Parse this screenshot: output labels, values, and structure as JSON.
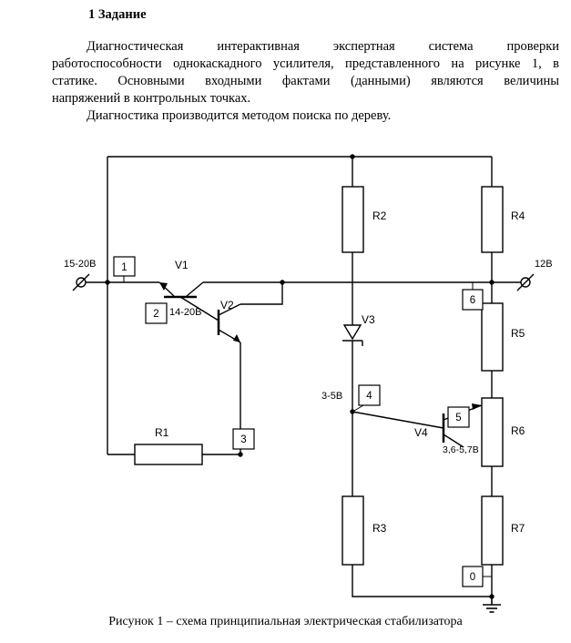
{
  "document": {
    "heading": "1 Задание",
    "paragraph1_lines": [
      "Диагностическая интерактивная экспертная система проверки",
      "работоспособности однокаскадного усилителя, представленного на рисунке 1, в",
      "статике. Основными входными фактами (данными) являются величины",
      "напряжений в контрольных точках."
    ],
    "paragraph2": "Диагностика производится методом поиска по дереву.",
    "figure_caption": "Рисунок 1 – схема принципиальная электрическая стабилизатора"
  },
  "circuit": {
    "resistors": {
      "r1": "R1",
      "r2": "R2",
      "r3": "R3",
      "r4": "R4",
      "r5": "R5",
      "r6": "R6",
      "r7": "R7"
    },
    "semiconductors": {
      "v1": "V1",
      "v2": "V2",
      "v3": "V3",
      "v4": "V4"
    },
    "voltages": {
      "input": "15-20В",
      "node2": "14-20В",
      "output": "12В",
      "node4": "3-5В",
      "node5": "3,6-5,7В"
    },
    "test_points": {
      "tp1": "1",
      "tp2": "2",
      "tp3": "3",
      "tp4": "4",
      "tp5": "5",
      "tp6": "6",
      "tp0": "0"
    }
  }
}
